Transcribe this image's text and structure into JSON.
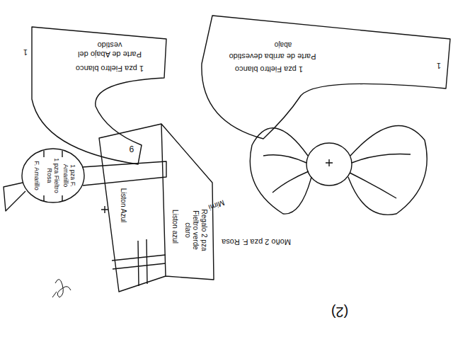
{
  "diagram": {
    "nodes": [
      {
        "text": [
          "1 pza Fieltro blanco",
          "Parte de Abajo del vestido"
        ]
      },
      {
        "text": [
          "1 pza Fieltro blanco",
          "Parte de arriba devestido"
        ]
      },
      {
        "text": [
          "F. Amarillo",
          "1 pza Fieltro Rosa",
          "1 pza F. Amarillo"
        ]
      },
      {
        "text": [
          "Regalo 2 pza Fieltro verde claro",
          "Liston azul",
          "Liston Azul"
        ]
      },
      {
        "text": [
          "Moño 2 pza F. Rosa"
        ]
      }
    ],
    "labels": [
      "1",
      "9",
      "abajo",
      "1",
      "Mimi",
      "(2)"
    ]
  }
}
